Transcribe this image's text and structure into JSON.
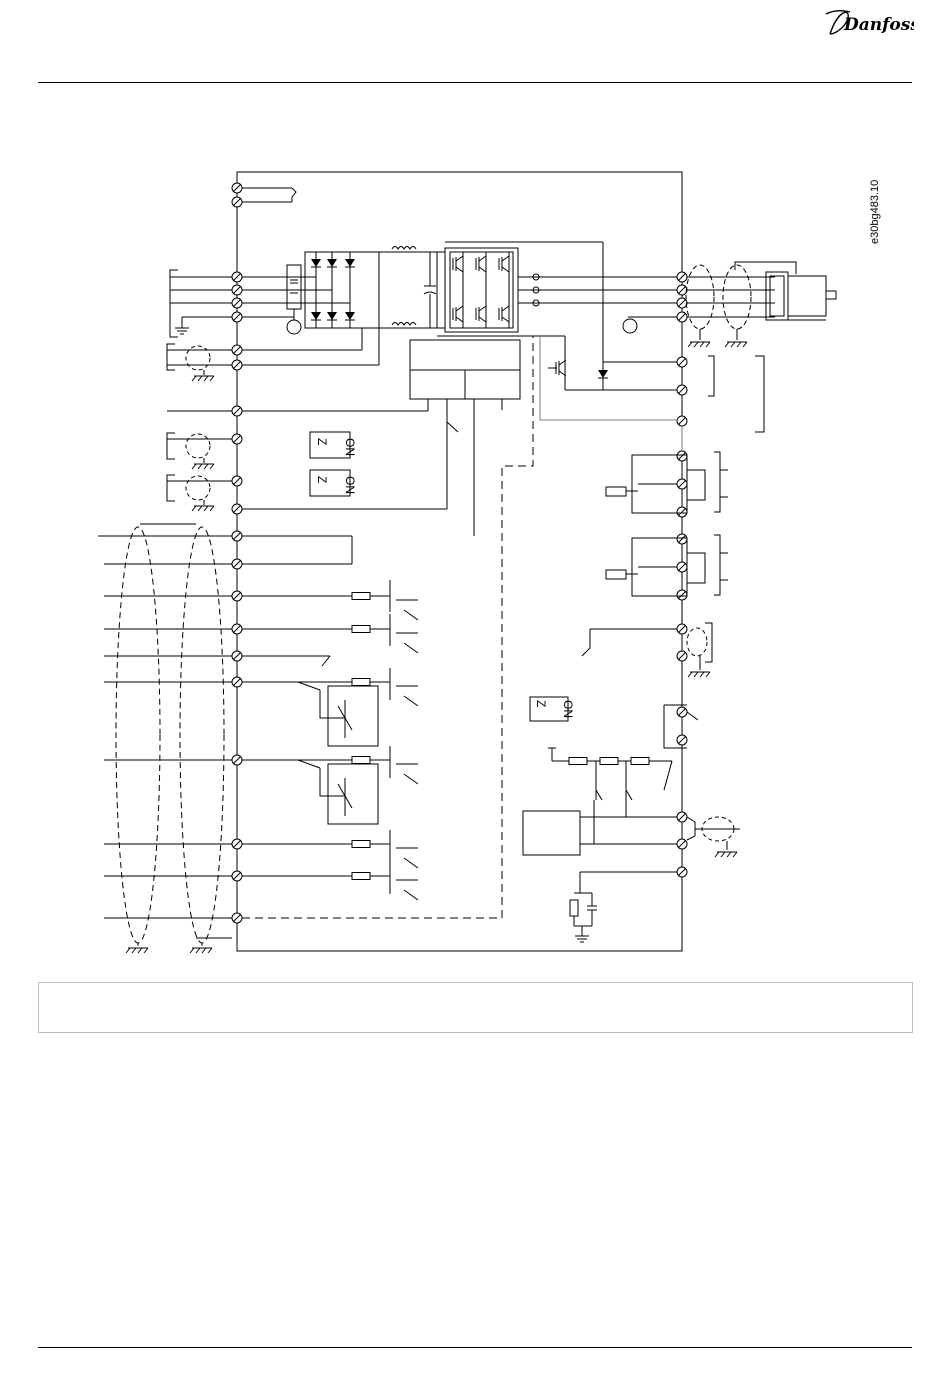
{
  "header": {
    "brand_name": "Danfoss"
  },
  "figure": {
    "code": "e30bg483.10",
    "switch_label_on": "ON",
    "switch_label_off": "Z"
  },
  "caption": {
    "text": ""
  },
  "colors": {
    "line": "#000000",
    "frame": "#bdbdbd",
    "page": "#ffffff"
  }
}
